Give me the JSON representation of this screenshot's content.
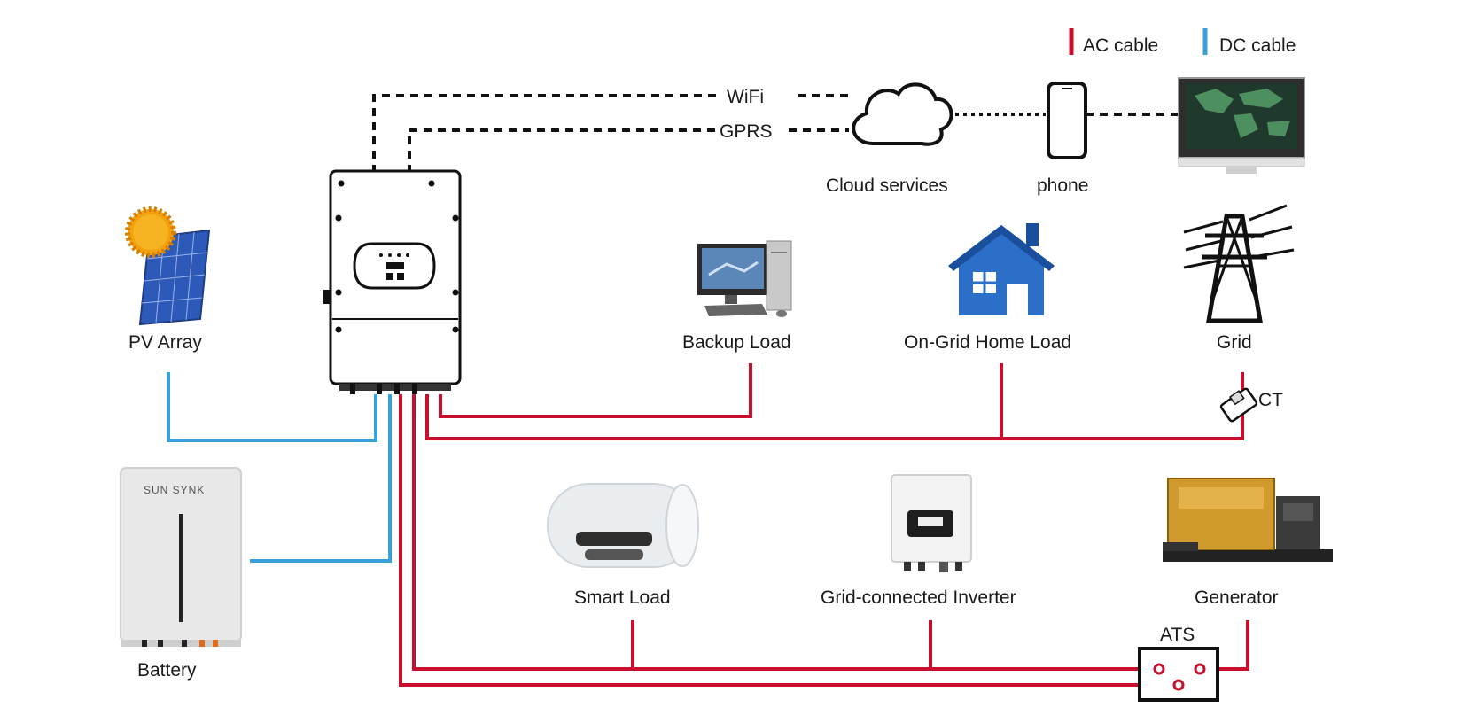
{
  "legend": {
    "ac_label": "AC cable",
    "dc_label": "DC cable",
    "ac_color": "#c8102e",
    "dc_color": "#3aa0dc"
  },
  "links": {
    "wifi": "WiFi",
    "gprs": "GPRS"
  },
  "nodes": {
    "cloud": "Cloud services",
    "phone": "phone",
    "pv": "PV Array",
    "backup": "Backup Load",
    "home": "On-Grid Home Load",
    "grid": "Grid",
    "ct": "CT",
    "battery": "Battery",
    "battery_brand": "SUN SYNK",
    "smart": "Smart Load",
    "gridinv": "Grid-connected Inverter",
    "generator": "Generator",
    "ats": "ATS"
  },
  "icons": {
    "monitor": "monitor-icon",
    "cloud": "cloud-icon",
    "phone": "phone-icon",
    "inverter": "hybrid-inverter-icon",
    "pv": "solar-panel-icon",
    "backup": "desktop-computer-icon",
    "home": "house-icon",
    "grid": "power-tower-icon",
    "ct": "current-transformer-icon",
    "battery": "battery-cabinet-icon",
    "smart": "water-heater-icon",
    "gridinv": "grid-inverter-icon",
    "generator": "generator-icon",
    "ats": "transfer-switch-icon"
  }
}
